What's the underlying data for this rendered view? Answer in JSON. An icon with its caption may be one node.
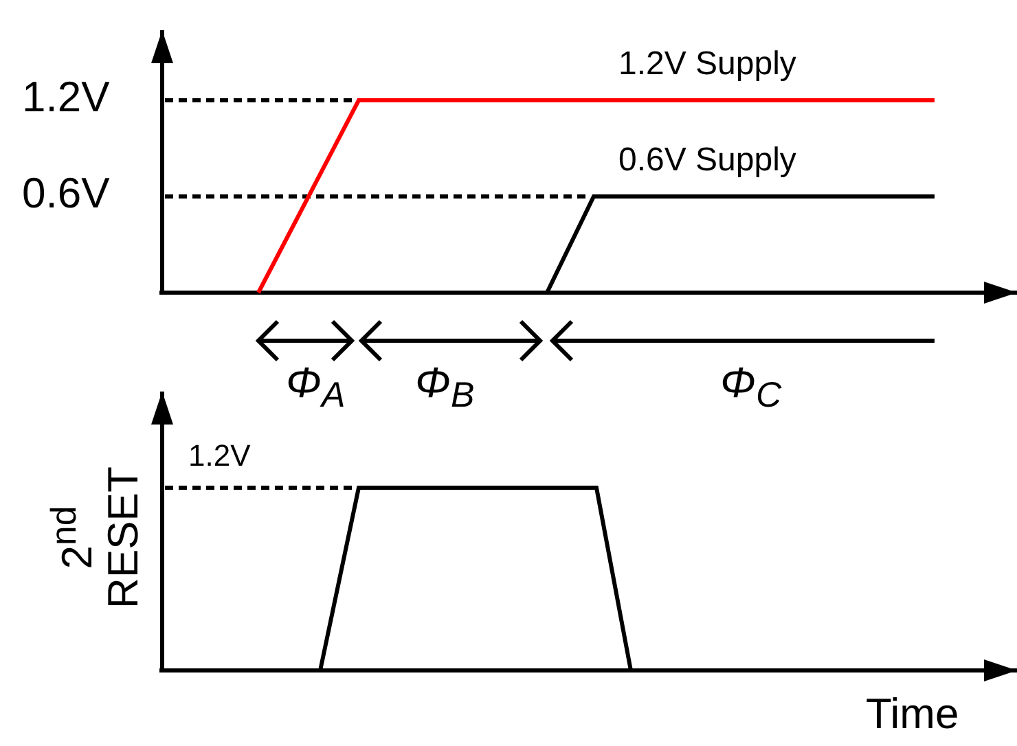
{
  "diagram": {
    "labels": [
      "1.2V Supply",
      "1.2V",
      "0.6V Supply",
      "0.6V",
      "Φ$_{A}$",
      "Φ$_{B}$",
      "Φ$_{C}$",
      "1.2V",
      "2$^{nd}$ RESET",
      "Time"
    ]
  }
}
